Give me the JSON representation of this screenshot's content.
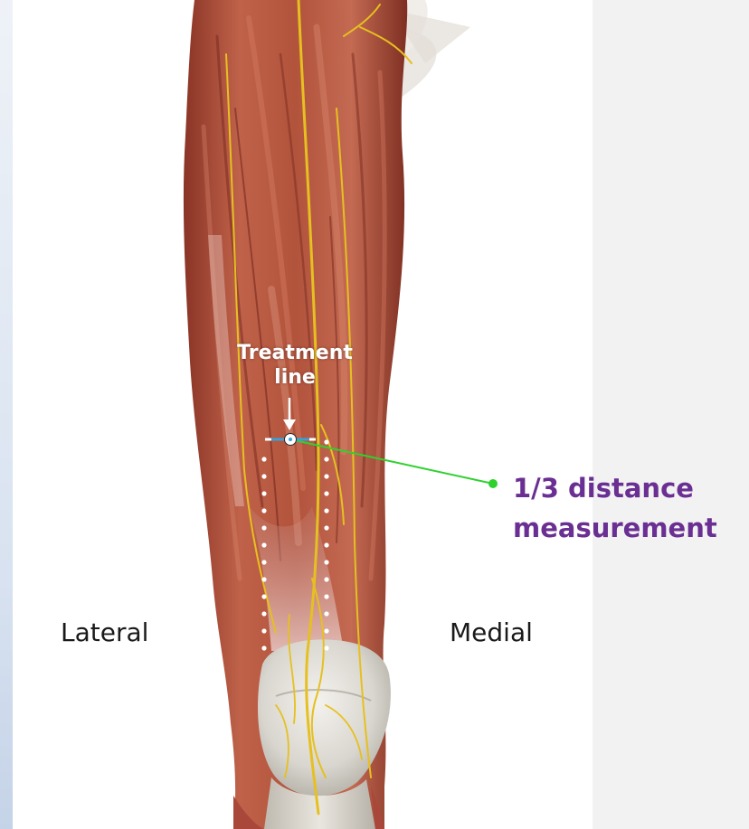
{
  "labels": {
    "lateral": "Lateral",
    "medial": "Medial",
    "treatment_line": [
      "Treatment",
      "line"
    ],
    "distance_measurement": [
      "1/3 distance",
      "measurement"
    ]
  },
  "colors": {
    "muscle": "#b2533c",
    "nerve": "#e6c020",
    "knee_bone": "#d9d6cf",
    "pointer_line": "#2fd12f",
    "treatment_marker": "#3aa0d8",
    "accent_text": "#6a2f92"
  }
}
